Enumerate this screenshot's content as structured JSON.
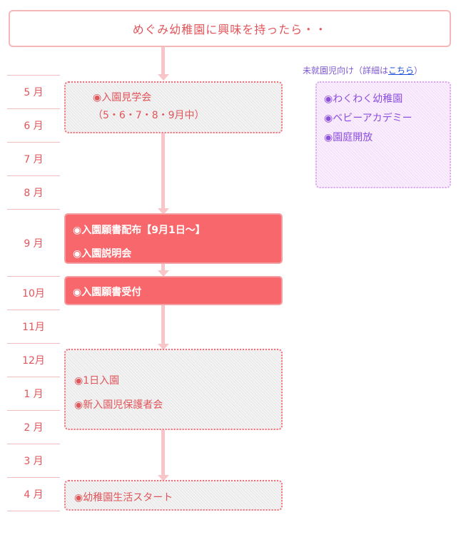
{
  "header": {
    "title": "めぐみ幼稚園に興味を持ったら・・"
  },
  "months": [
    "5 月",
    "6 月",
    "7 月",
    "8 月",
    "9 月",
    "10月",
    "11月",
    "12月",
    "1 月",
    "2 月",
    "3 月",
    "4 月"
  ],
  "events": {
    "tour": {
      "line1": "◉入園見学会",
      "line2": "（5・6・7・8・9月中）"
    },
    "september": {
      "line1": "◉入園願書配布【9月1日〜】",
      "line2": "◉入園説明会"
    },
    "october": {
      "line1": "◉入園願書受付"
    },
    "admission": {
      "line1": "◉1日入園",
      "line2": "◉新入園児保護者会"
    },
    "april": {
      "line1": "◉幼稚園生活スタート"
    }
  },
  "side": {
    "title_prefix": "未就園児向け（詳細は",
    "title_link": "こちら",
    "title_suffix": "）",
    "items": [
      "◉わくわく幼稚園",
      "◉ベビーアカデミー",
      "◉園庭開放"
    ]
  },
  "colors": {
    "accent": "#e2555a",
    "solid_box": "#f8676b",
    "flow_line": "#f8c6c9",
    "side_text": "#7f59d4",
    "link": "#1d4fd8"
  }
}
